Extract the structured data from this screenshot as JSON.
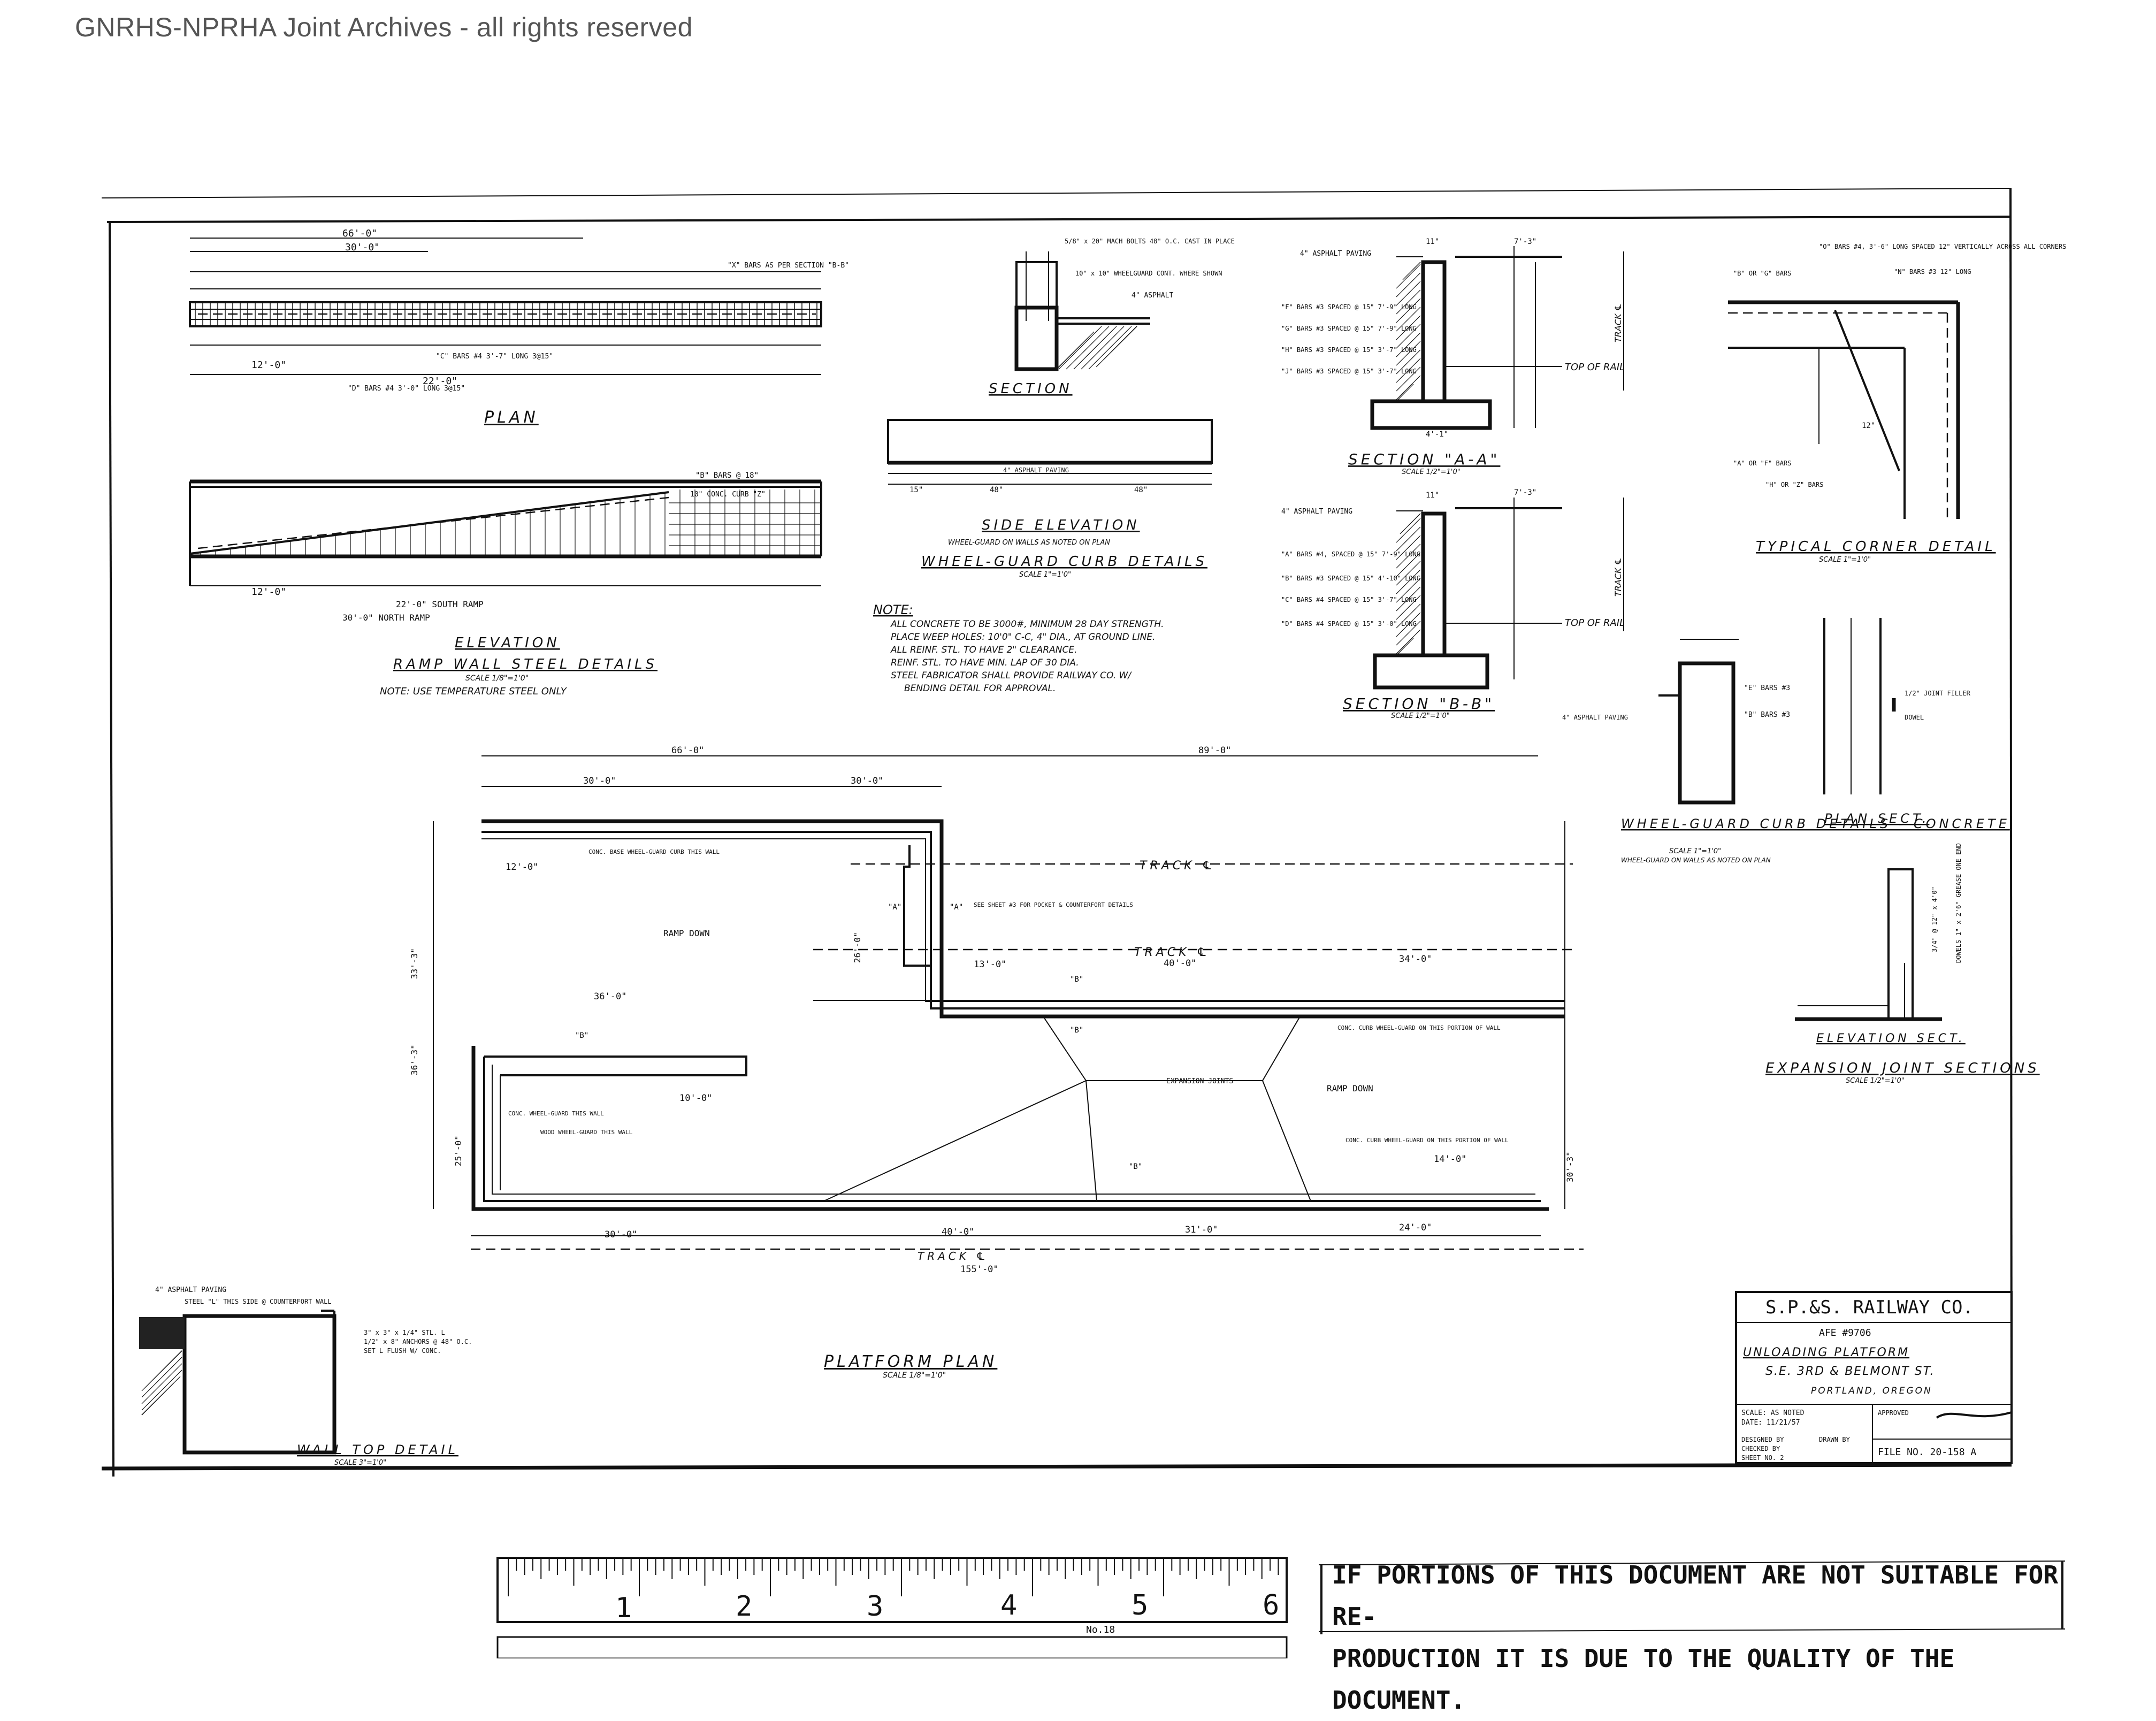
{
  "watermark": "GNRHS-NPRHA Joint Archives - all rights reserved",
  "plan_section": {
    "title": "PLAN",
    "dims": [
      "66'-0\"",
      "30'-0\"",
      "12'-0\"",
      "22'-0\"",
      "\"C\" BARS #4 3'-7\" LONG 3@15\"",
      "\"D\" BARS #4 3'-0\" LONG 3@15\"",
      "\"X\" BARS AS PER SECTION \"B-B\""
    ]
  },
  "elevation": {
    "title": "ELEVATION",
    "subtitle": "RAMP WALL STEEL DETAILS",
    "scale": "SCALE 1/8\"=1'0\"",
    "note": "NOTE: USE TEMPERATURE STEEL ONLY",
    "dims": [
      "12'-0\"",
      "22'-0\" SOUTH RAMP",
      "30'-0\" NORTH RAMP",
      "\"B\" BARS @ 18\"",
      "10\" CONC. CURB \"Z\""
    ]
  },
  "wheel_guard": {
    "section_title": "SECTION",
    "side_elev_title": "SIDE ELEVATION",
    "side_elev_note": "WHEEL-GUARD ON WALLS AS NOTED ON PLAN",
    "title": "WHEEL-GUARD CURB DETAILS",
    "scale": "SCALE 1\"=1'0\"",
    "callouts": [
      "5/8\" x 20\" MACH BOLTS 48\" O.C. CAST IN PLACE",
      "10\" x 10\" WHEELGUARD CONT. WHERE SHOWN",
      "4\" ASPHALT",
      "4\" ASPHALT PAVING"
    ],
    "dims": [
      "15\"",
      "48\"",
      "48\""
    ]
  },
  "general_note": {
    "heading": "NOTE:",
    "lines": [
      "ALL CONCRETE TO BE 3000#, MINIMUM 28 DAY STRENGTH.",
      "PLACE WEEP HOLES: 10'0\" C-C, 4\" DIA., AT GROUND LINE.",
      "ALL REINF. STL. TO HAVE 2\" CLEARANCE.",
      "REINF. STL. TO HAVE MIN. LAP OF 30 DIA.",
      "STEEL FABRICATOR SHALL PROVIDE RAILWAY CO. W/",
      "BENDING DETAIL FOR APPROVAL."
    ]
  },
  "section_aa": {
    "title": "SECTION \"A-A\"",
    "scale": "SCALE 1/2\"=1'0\"",
    "callouts": [
      "4\" ASPHALT PAVING",
      "\"F\" BARS #3 SPACED @ 15\" 7'-9\" LONG",
      "\"G\" BARS #3 SPACED @ 15\" 7'-9\" LONG",
      "\"H\" BARS #3 SPACED @ 15\" 3'-7\" LONG",
      "\"J\" BARS #3 SPACED @ 15\" 3'-7\" LONG",
      "TOP OF RAIL",
      "TRACK ℄"
    ],
    "dims": [
      "11\"",
      "7'-3\"",
      "4'-1\""
    ]
  },
  "section_bb": {
    "title": "SECTION \"B-B\"",
    "scale": "SCALE 1/2\"=1'0\"",
    "callouts": [
      "4\" ASPHALT PAVING",
      "\"A\" BARS #4, SPACED @ 15\" 7'-9\" LONG",
      "\"B\" BARS #3 SPACED @ 15\" 4'-10\" LONG",
      "\"C\" BARS #4 SPACED @ 15\" 3'-7\" LONG",
      "\"D\" BARS #4 SPACED @ 15\" 3'-0\" LONG",
      "TOP OF RAIL",
      "TRACK ℄"
    ],
    "dims": [
      "11\"",
      "7'-3\""
    ]
  },
  "typical_corner": {
    "title": "TYPICAL CORNER DETAIL",
    "scale": "SCALE 1\"=1'0\"",
    "callouts": [
      "\"O\" BARS #4, 3'-6\" LONG SPACED 12\" VERTICALLY ACROSS ALL CORNERS",
      "\"B\" OR \"G\" BARS",
      "\"N\" BARS #3 12\" LONG",
      "\"A\" OR \"F\" BARS",
      "\"H\" OR \"Z\" BARS",
      "12\""
    ]
  },
  "wg_concrete": {
    "title": "WHEEL-GUARD CURB DETAILS - CONCRETE",
    "scale": "SCALE 1\"=1'0\"",
    "note": "WHEEL-GUARD ON WALLS AS NOTED ON PLAN",
    "callouts": [
      "\"E\" BARS #3",
      "\"B\" BARS #3",
      "4\" ASPHALT PAVING"
    ]
  },
  "plan_sect": {
    "title": "PLAN SECT.",
    "callouts": [
      "1/2\" JOINT FILLER",
      "DOWEL"
    ]
  },
  "elevation_sect": {
    "title": "ELEVATION SECT.",
    "callouts": [
      "3/4\" @ 12\" x 4'0\"",
      "DOWELS 1\" x 2'6\" GREASE ONE END"
    ]
  },
  "expansion_joint": {
    "title": "EXPANSION JOINT SECTIONS",
    "scale": "SCALE 1/2\"=1'0\""
  },
  "platform_plan": {
    "title": "PLATFORM PLAN",
    "scale": "SCALE 1/8\"=1'0\"",
    "labels": [
      "TRACK ℄",
      "TRACK ℄",
      "TRACK ℄",
      "RAMP DOWN",
      "RAMP DOWN",
      "EXPANSION JOINTS",
      "\"A\"",
      "\"A\"",
      "\"B\"",
      "\"B\"",
      "\"B\"",
      "\"B\""
    ],
    "callouts": [
      "CONC. BASE WHEEL-GUARD CURB THIS WALL",
      "SEE SHEET #3 FOR POCKET & COUNTERFORT DETAILS",
      "CONC. CURB WHEEL-GUARD ON THIS PORTION OF WALL",
      "CONC. WHEEL-GUARD THIS WALL",
      "WOOD WHEEL-GUARD THIS WALL",
      "CONC. CURB WHEEL-GUARD ON THIS PORTION OF WALL"
    ],
    "dims": [
      "66'-0\"",
      "89'-0\"",
      "30'-0\"",
      "30'-0\"",
      "12'-0\"",
      "34'-0\"",
      "13'-0\"",
      "40'-0\"",
      "36'-0\"",
      "10'-0\"",
      "30'-0\"",
      "40'-0\"",
      "31'-0\"",
      "24'-0\"",
      "14'-0\"",
      "155'-0\"",
      "33'-3\"",
      "36'-3\"",
      "25'-0\"",
      "26'-0\"",
      "30'-3\""
    ]
  },
  "wall_top": {
    "title": "WALL TOP DETAIL",
    "scale": "SCALE 3\"=1'0\"",
    "callouts": [
      "4\" ASPHALT PAVING",
      "STEEL \"L\" THIS SIDE @ COUNTERFORT WALL",
      "3\" x 3\" x 1/4\" STL. L",
      "1/2\" x 8\" ANCHORS @ 48\" O.C.",
      "SET L FLUSH W/ CONC."
    ]
  },
  "title_block": {
    "company": "S.P.&S. RAILWAY CO.",
    "afe": "AFE #9706",
    "project": "UNLOADING PLATFORM",
    "location": "S.E. 3RD & BELMONT ST.",
    "city": "PORTLAND, OREGON",
    "scale": "SCALE: AS NOTED",
    "date": "DATE: 11/21/57",
    "designed": "DESIGNED BY",
    "drawn": "DRAWN BY",
    "checked": "CHECKED BY",
    "sheet": "SHEET NO. 2",
    "approved": "APPROVED",
    "file": "FILE NO. 20-158 A"
  },
  "ruler": {
    "numbers": [
      "1",
      "2",
      "3",
      "4",
      "5",
      "6"
    ],
    "maker_label": "No.18"
  },
  "stamp": {
    "line1": "IF PORTIONS OF THIS DOCUMENT ARE NOT SUITABLE FOR RE-",
    "line2": "PRODUCTION IT IS DUE TO THE QUALITY OF THE DOCUMENT."
  }
}
